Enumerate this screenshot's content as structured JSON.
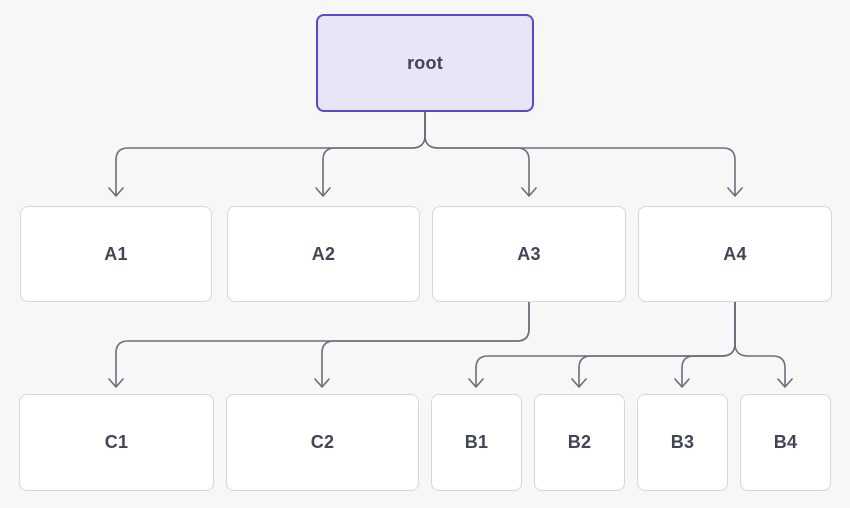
{
  "diagram": {
    "type": "tree",
    "title": "",
    "nodes": [
      {
        "id": "root",
        "label": "root",
        "level": 0,
        "parent": null
      },
      {
        "id": "A1",
        "label": "A1",
        "level": 1,
        "parent": "root"
      },
      {
        "id": "A2",
        "label": "A2",
        "level": 1,
        "parent": "root"
      },
      {
        "id": "A3",
        "label": "A3",
        "level": 1,
        "parent": "root"
      },
      {
        "id": "A4",
        "label": "A4",
        "level": 1,
        "parent": "root"
      },
      {
        "id": "C1",
        "label": "C1",
        "level": 2,
        "parent": "A3"
      },
      {
        "id": "C2",
        "label": "C2",
        "level": 2,
        "parent": "A3"
      },
      {
        "id": "B1",
        "label": "B1",
        "level": 2,
        "parent": "A4"
      },
      {
        "id": "B2",
        "label": "B2",
        "level": 2,
        "parent": "A4"
      },
      {
        "id": "B3",
        "label": "B3",
        "level": 2,
        "parent": "A4"
      },
      {
        "id": "B4",
        "label": "B4",
        "level": 2,
        "parent": "A4"
      }
    ],
    "edges": [
      [
        "root",
        "A1"
      ],
      [
        "root",
        "A2"
      ],
      [
        "root",
        "A3"
      ],
      [
        "root",
        "A4"
      ],
      [
        "A3",
        "C1"
      ],
      [
        "A3",
        "C2"
      ],
      [
        "A4",
        "B1"
      ],
      [
        "A4",
        "B2"
      ],
      [
        "A4",
        "B3"
      ],
      [
        "A4",
        "B4"
      ]
    ],
    "colors": {
      "background": "#f7f7f8",
      "node_fill": "#ffffff",
      "node_border": "#d6d6dc",
      "root_fill": "#e8e5f6",
      "root_border": "#5b48d0",
      "edge_stroke": "#6b6e7c",
      "text": "#414554"
    }
  }
}
